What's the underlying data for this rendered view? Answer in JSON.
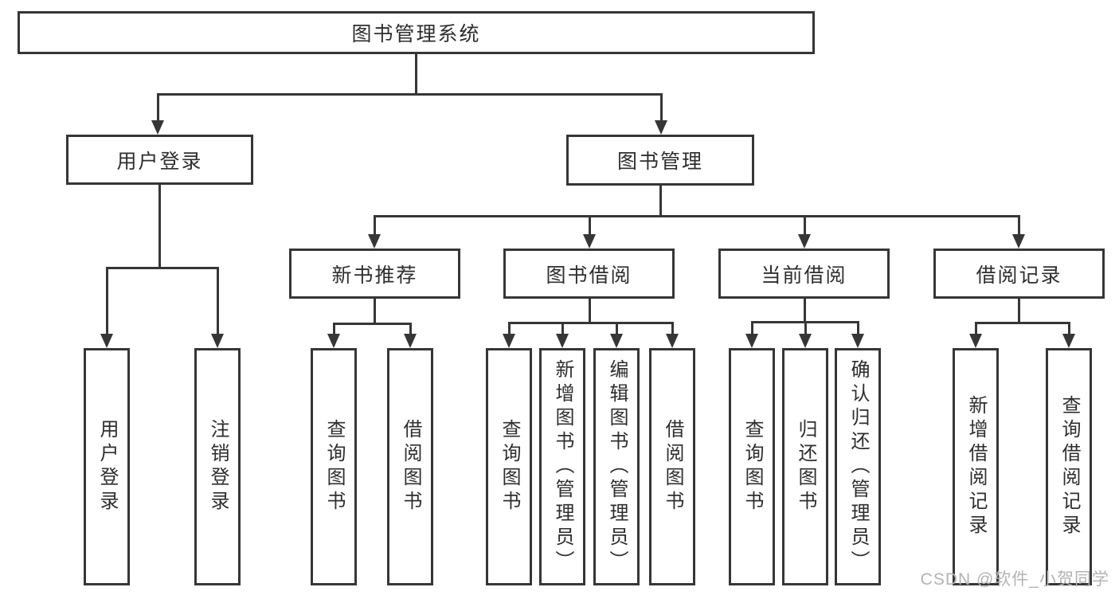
{
  "watermark": {
    "text": "CSDN @软件_小贺同学"
  },
  "colors": {
    "line": "#363636",
    "text": "#2e2e2e",
    "watermark": "#b3b3b3",
    "background": "#ffffff"
  },
  "tree": {
    "root": {
      "label": "图书管理系统"
    },
    "branches": [
      {
        "label": "用户登录",
        "children": [
          {
            "label": "用户登录"
          },
          {
            "label": "注销登录"
          }
        ]
      },
      {
        "label": "图书管理",
        "children": [
          {
            "label": "新书推荐",
            "children": [
              {
                "label": "查询图书"
              },
              {
                "label": "借阅图书"
              }
            ]
          },
          {
            "label": "图书借阅",
            "children": [
              {
                "label": "查询图书"
              },
              {
                "label": "新增图书（管理员）"
              },
              {
                "label": "编辑图书（管理员）"
              },
              {
                "label": "借阅图书"
              }
            ]
          },
          {
            "label": "当前借阅",
            "children": [
              {
                "label": "查询图书"
              },
              {
                "label": "归还图书"
              },
              {
                "label": "确认归还（管理员）"
              }
            ]
          },
          {
            "label": "借阅记录",
            "children": [
              {
                "label": "新增借阅记录"
              },
              {
                "label": "查询借阅记录"
              }
            ]
          }
        ]
      }
    ]
  }
}
